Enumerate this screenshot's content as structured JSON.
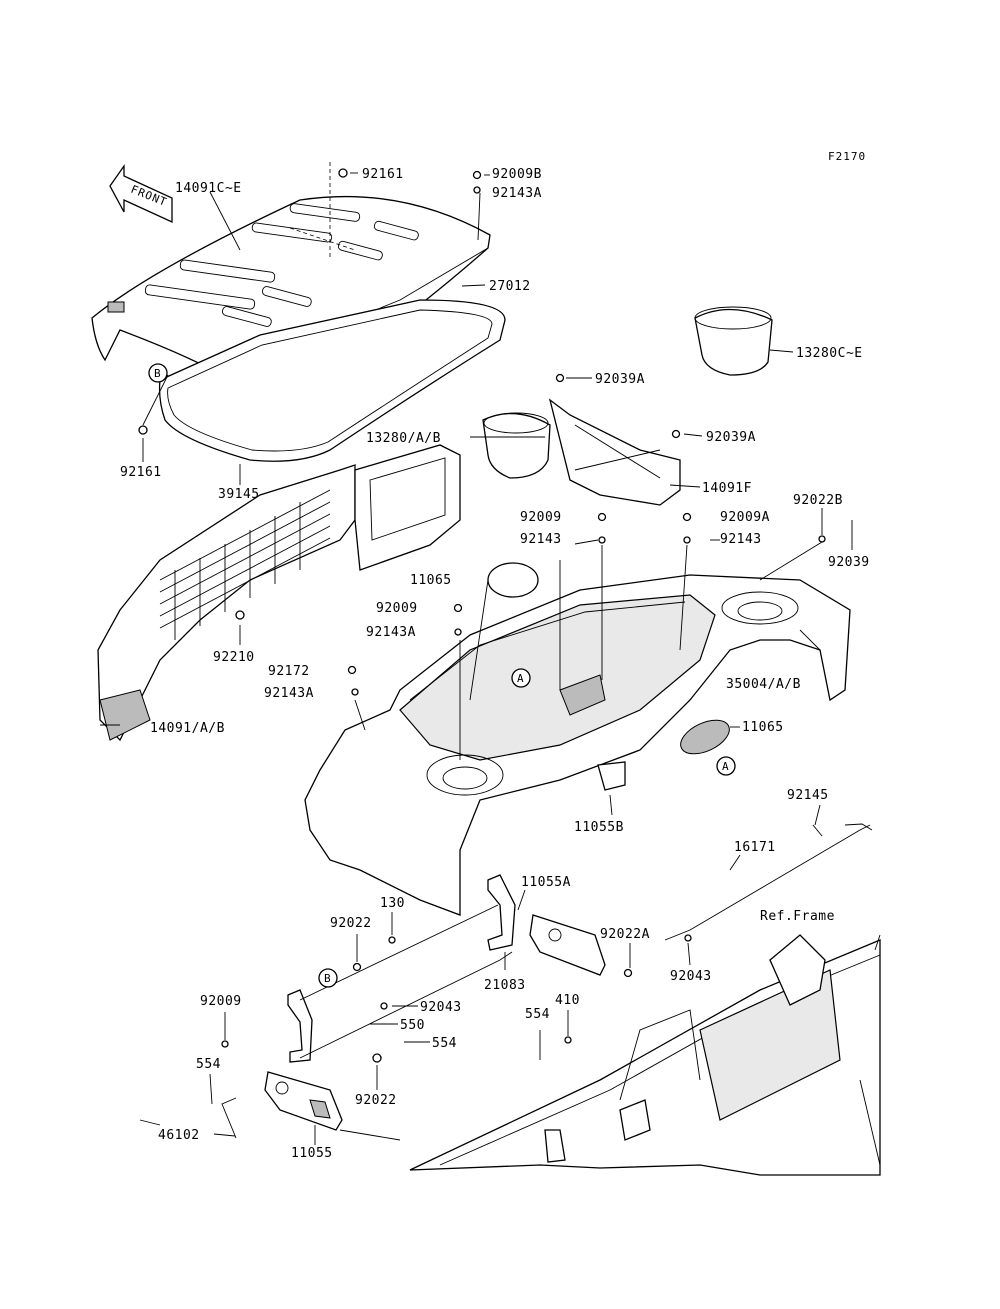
{
  "diagram": {
    "code": "F2170",
    "front_label": "FRONT",
    "ref_frame": "Ref.Frame",
    "callouts": {
      "a": "A",
      "b": "B"
    },
    "parts": [
      {
        "id": "p01",
        "label": "92161"
      },
      {
        "id": "p02",
        "label": "14091C~E"
      },
      {
        "id": "p03",
        "label": "92009B"
      },
      {
        "id": "p04",
        "label": "92143A"
      },
      {
        "id": "p05",
        "label": "27012"
      },
      {
        "id": "p06",
        "label": "13280C~E"
      },
      {
        "id": "p07",
        "label": "92039A"
      },
      {
        "id": "p08",
        "label": "13280/A/B"
      },
      {
        "id": "p09",
        "label": "92039A"
      },
      {
        "id": "p10",
        "label": "92161"
      },
      {
        "id": "p11",
        "label": "39145"
      },
      {
        "id": "p12",
        "label": "14091F"
      },
      {
        "id": "p13",
        "label": "92022B"
      },
      {
        "id": "p14",
        "label": "92009"
      },
      {
        "id": "p15",
        "label": "92009A"
      },
      {
        "id": "p16",
        "label": "92143"
      },
      {
        "id": "p17",
        "label": "92143"
      },
      {
        "id": "p18",
        "label": "92039"
      },
      {
        "id": "p19",
        "label": "11065"
      },
      {
        "id": "p20",
        "label": "92009"
      },
      {
        "id": "p21",
        "label": "92143A"
      },
      {
        "id": "p22",
        "label": "92210"
      },
      {
        "id": "p23",
        "label": "92172"
      },
      {
        "id": "p24",
        "label": "92143A"
      },
      {
        "id": "p25",
        "label": "35004/A/B"
      },
      {
        "id": "p26",
        "label": "14091/A/B"
      },
      {
        "id": "p27",
        "label": "11065"
      },
      {
        "id": "p28",
        "label": "11055B"
      },
      {
        "id": "p29",
        "label": "92145"
      },
      {
        "id": "p30",
        "label": "16171"
      },
      {
        "id": "p31",
        "label": "130"
      },
      {
        "id": "p32",
        "label": "11055A"
      },
      {
        "id": "p33",
        "label": "92022"
      },
      {
        "id": "p34",
        "label": "92022A"
      },
      {
        "id": "p35",
        "label": "21083"
      },
      {
        "id": "p36",
        "label": "92043"
      },
      {
        "id": "p37",
        "label": "92009"
      },
      {
        "id": "p38",
        "label": "410"
      },
      {
        "id": "p39",
        "label": "92043"
      },
      {
        "id": "p40",
        "label": "554"
      },
      {
        "id": "p41",
        "label": "550"
      },
      {
        "id": "p42",
        "label": "554"
      },
      {
        "id": "p43",
        "label": "554"
      },
      {
        "id": "p44",
        "label": "92022"
      },
      {
        "id": "p45",
        "label": "46102"
      },
      {
        "id": "p46",
        "label": "11055"
      }
    ]
  }
}
